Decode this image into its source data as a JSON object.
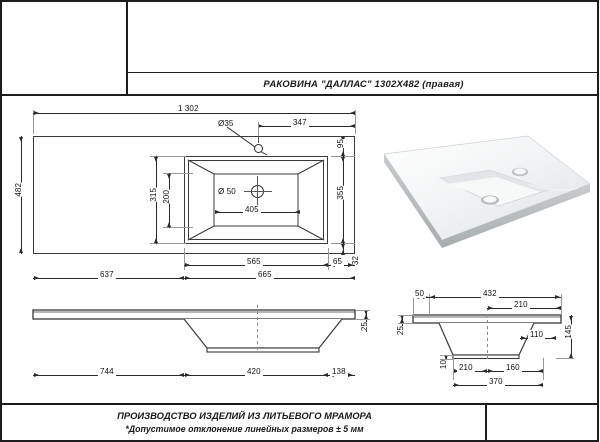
{
  "title_block": {
    "product_title": "РАКОВИНА \"ДАЛЛАС\" 1302X482 (правая)",
    "footer_line1": "ПРОИЗВОДСТВО ИЗДЕЛИЙ ИЗ ЛИТЬЕВОГО МРАМОРА",
    "footer_line2": "*Допустимое отклонение линейных размеров ±   5 мм"
  },
  "top_view": {
    "overall_length": "1 302",
    "overall_width": "482",
    "faucet_hole_diameter": "Ø35",
    "faucet_offset_right": "347",
    "drain_hole_diameter": "Ø 50",
    "basin_inner_width": "405",
    "basin_outer_height": "315",
    "basin_inner_height": "200",
    "edge_top": "95",
    "basin_height_right": "355",
    "edge_bottom": "32",
    "basin_from_right": "65",
    "basin_span": "565",
    "left_flat": "637",
    "right_section": "665"
  },
  "front_view": {
    "depth": "25",
    "left_flat": "744",
    "basin_bottom": "420",
    "right_flat": "138"
  },
  "section_view": {
    "rim_thickness": "25",
    "left_offset": "50",
    "top_width": "432",
    "half_top_right": "210",
    "slope_run": "110",
    "total_height": "145",
    "bottom_thickness": "10",
    "bottom_left": "210",
    "bottom_right": "160",
    "bottom_total": "370"
  },
  "colors": {
    "line": "#2b2b2b",
    "frame": "#1d1d1d",
    "thin": "#9a9a9a",
    "render_body": "#e9ebec"
  }
}
